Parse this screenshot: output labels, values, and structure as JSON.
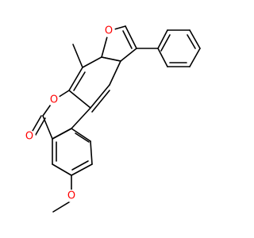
{
  "colors": {
    "bond": "#000000",
    "oxygen": "#ff0000",
    "background": "#ffffff"
  },
  "atoms": {
    "o_furan": "O",
    "o_lactone_ring": "O",
    "o_carbonyl": "O",
    "o_methoxy": "O"
  }
}
